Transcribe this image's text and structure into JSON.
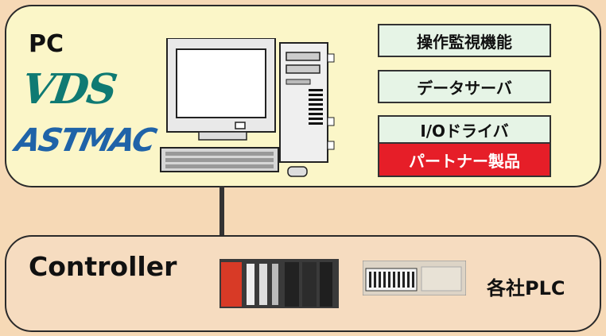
{
  "pc_section": {
    "label": "PC",
    "logo_vds": "VDS",
    "logo_astmac": "ASTMAC",
    "functions": {
      "monitor": "操作監視機能",
      "dataserver": "データサーバ",
      "iodriver": "I/Oドライバ",
      "partner": "パートナー製品"
    }
  },
  "controller_section": {
    "label": "Controller",
    "plc_label": "各社PLC"
  },
  "colors": {
    "background": "#f6d9b6",
    "pc_panel": "#fbf6c8",
    "function_box": "#e6f4e6",
    "partner_box": "#e61e28",
    "vds_logo": "#0f7a73",
    "astmac_logo": "#1f63a8"
  }
}
